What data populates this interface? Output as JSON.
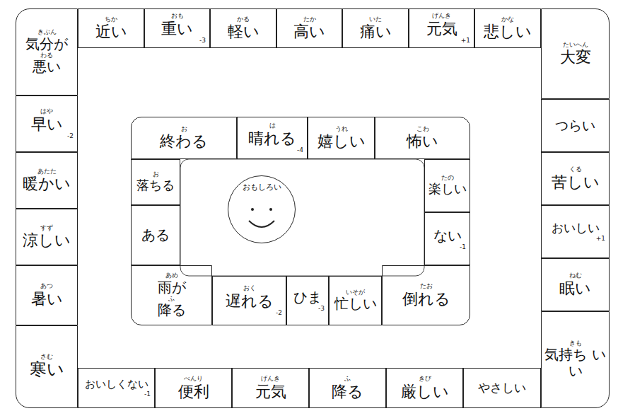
{
  "diagram": {
    "nodes": [
      {
        "text": [
          "きぶん",
          "気分が",
          "わる",
          "悪い"
        ]
      },
      {
        "text": [
          "ちか",
          "近い"
        ]
      },
      {
        "text": [
          "おも",
          "重い",
          "-3"
        ]
      },
      {
        "text": [
          "かる",
          "軽い"
        ]
      },
      {
        "text": [
          "たか",
          "高い"
        ]
      },
      {
        "text": [
          "いた",
          "痛い"
        ]
      },
      {
        "text": [
          "げんき",
          "元気",
          "+1"
        ]
      },
      {
        "text": [
          "かな",
          "悲しい"
        ]
      },
      {
        "text": [
          "たいへん",
          "大変"
        ]
      },
      {
        "text": [
          "つらい"
        ]
      },
      {
        "text": [
          "くる",
          "苦しい"
        ]
      },
      {
        "text": [
          "おいしい",
          "+1"
        ]
      },
      {
        "text": [
          "ねむ",
          "眠い"
        ]
      },
      {
        "text": [
          "きも",
          "気持ち いい"
        ]
      },
      {
        "text": [
          "やさしい"
        ]
      },
      {
        "text": [
          "きび",
          "厳しい"
        ]
      },
      {
        "text": [
          "ふ",
          "降る"
        ]
      },
      {
        "text": [
          "げんき",
          "元気"
        ]
      },
      {
        "text": [
          "べんり",
          "便利"
        ]
      },
      {
        "text": [
          "おいしくない",
          "-1"
        ]
      },
      {
        "text": [
          "さむ",
          "寒い"
        ]
      },
      {
        "text": [
          "あつ",
          "暑い"
        ]
      },
      {
        "text": [
          "すず",
          "涼しい"
        ]
      },
      {
        "text": [
          "あたた",
          "暖かい"
        ]
      },
      {
        "text": [
          "はや",
          "早い",
          "-2"
        ]
      },
      {
        "text": [
          "お",
          "終わる"
        ]
      },
      {
        "text": [
          "は",
          "晴れる",
          "-4"
        ]
      },
      {
        "text": [
          "うれ",
          "嬉しい"
        ]
      },
      {
        "text": [
          "こわ",
          "怖い"
        ]
      },
      {
        "text": [
          "たの",
          "楽しい"
        ]
      },
      {
        "text": [
          "ない",
          "-1"
        ]
      },
      {
        "text": [
          "たお",
          "倒れる"
        ]
      },
      {
        "text": [
          "いそが",
          "忙しい"
        ]
      },
      {
        "text": [
          "ひま",
          "-3"
        ]
      },
      {
        "text": [
          "おく",
          "遅れる",
          "-2"
        ]
      },
      {
        "text": [
          "あめ",
          "雨が",
          "ふ",
          "降る"
        ]
      },
      {
        "text": [
          "ある"
        ]
      },
      {
        "text": [
          "お",
          "落ちる"
        ]
      },
      {
        "text": [
          "おもしろい"
        ]
      }
    ]
  }
}
